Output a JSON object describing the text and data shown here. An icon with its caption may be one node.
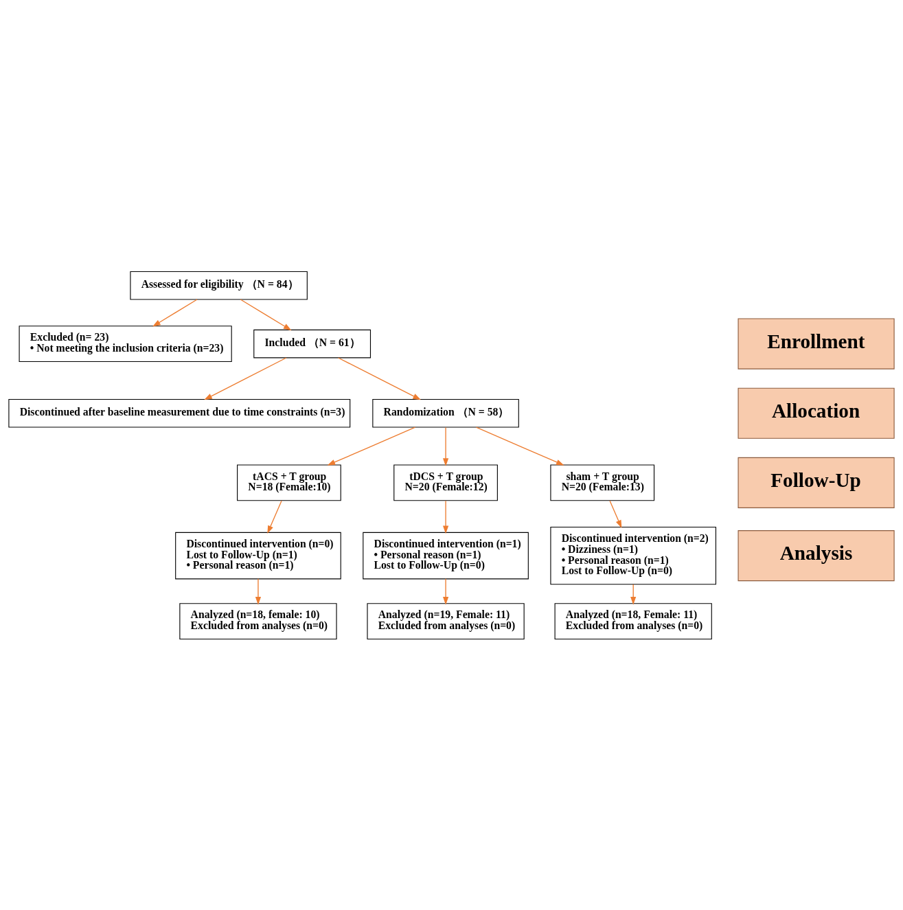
{
  "diagram": {
    "nodes": [
      {
        "text": [
          "Assessed for eligibility （N = 84）"
        ]
      },
      {
        "text": [
          "Excluded (n= 23)",
          "• Not meeting the inclusion criteria (n=23)"
        ]
      },
      {
        "text": [
          "Enrollment"
        ]
      },
      {
        "text": [
          "Included （N = 61）"
        ]
      },
      {
        "text": [
          "Discontinued after baseline measurement due to time constraints (n=3)"
        ]
      },
      {
        "text": [
          "Allocation"
        ]
      },
      {
        "text": [
          "Randomization （N = 58）"
        ]
      },
      {
        "text": [
          "tACS + T group",
          "N=18 (Female:10)"
        ]
      },
      {
        "text": [
          "tDCS + T group",
          "N=20 (Female:12)"
        ]
      },
      {
        "text": [
          "sham + T group",
          "N=20 (Female:13)"
        ]
      },
      {
        "text": [
          "Follow-Up"
        ]
      },
      {
        "text": [
          "Discontinued intervention (n=0)",
          "Lost to Follow-Up (n=1)",
          "• Personal reason (n=1)"
        ]
      },
      {
        "text": [
          "Discontinued intervention (n=1)",
          "• Personal reason (n=1)",
          "Lost to Follow-Up (n=0)"
        ]
      },
      {
        "text": [
          "Discontinued intervention (n=2)",
          "• Dizziness (n=1)",
          "• Personal reason (n=1)",
          "Lost to Follow-Up (n=0)"
        ]
      },
      {
        "text": [
          "Analysis"
        ]
      },
      {
        "text": [
          "Analyzed (n=18, female: 10)",
          "Excluded from analyses (n=0)"
        ]
      },
      {
        "text": [
          "Analyzed (n=19, Female: 11)",
          "Excluded from analyses (n=0)"
        ]
      },
      {
        "text": [
          "Analyzed (n=18, Female: 11)",
          "Excluded from analyses (n=0)"
        ]
      }
    ],
    "edges": [
      {
        "from": 0,
        "to": 3,
        "arrow": "to"
      },
      {
        "from": 0,
        "to": 1,
        "arrow": "to"
      },
      {
        "from": 3,
        "to": 6,
        "arrow": "to"
      },
      {
        "from": 3,
        "to": 4,
        "arrow": "to"
      },
      {
        "from": 6,
        "to": 7,
        "arrow": "to"
      },
      {
        "from": 6,
        "to": 8,
        "arrow": "to"
      },
      {
        "from": 6,
        "to": 9,
        "arrow": "to"
      },
      {
        "from": 7,
        "to": 11,
        "arrow": "to"
      },
      {
        "from": 8,
        "to": 12,
        "arrow": "to"
      },
      {
        "from": 9,
        "to": 13,
        "arrow": "to"
      },
      {
        "from": 11,
        "to": 15,
        "arrow": "to"
      },
      {
        "from": 12,
        "to": 16,
        "arrow": "to"
      },
      {
        "from": 13,
        "to": 17,
        "arrow": "to"
      }
    ]
  }
}
